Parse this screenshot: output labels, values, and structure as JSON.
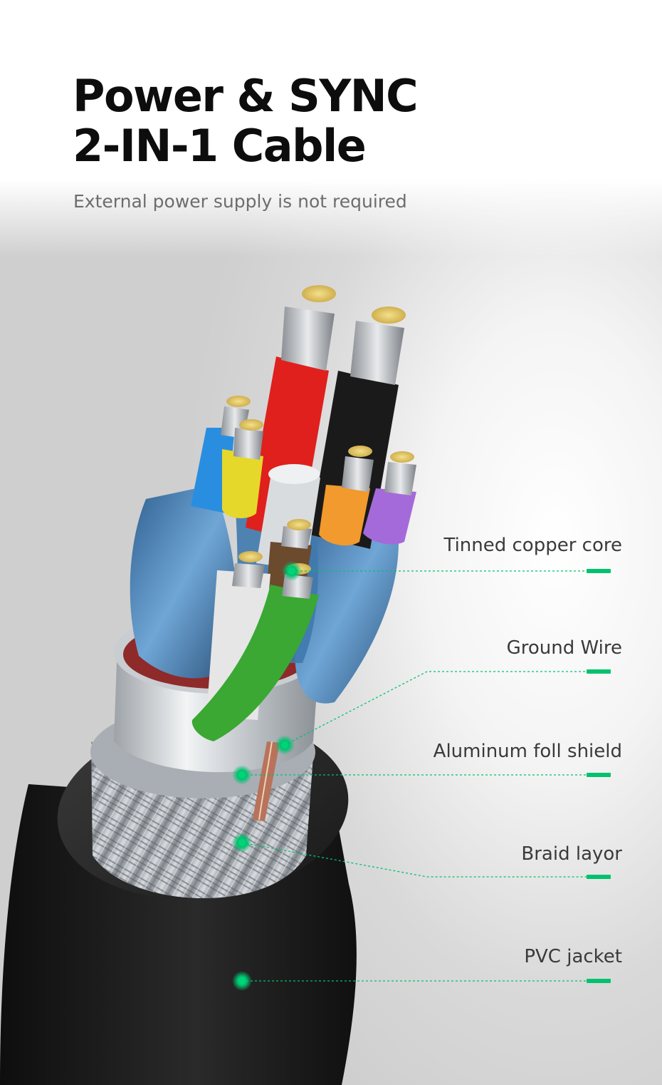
{
  "header": {
    "title_line1": "Power & SYNC",
    "title_line2": "2-IN-1 Cable",
    "subtitle": "External power supply is not required"
  },
  "labels": [
    {
      "id": "tinned-copper-core",
      "text": "Tinned copper core"
    },
    {
      "id": "ground-wire",
      "text": "Ground Wire"
    },
    {
      "id": "aluminum-foil-shield",
      "text": "Aluminum foll shield"
    },
    {
      "id": "braid-layer",
      "text": "Braid layor"
    },
    {
      "id": "pvc-jacket",
      "text": "PVC jacket"
    }
  ],
  "colors": {
    "accent": "#00c26e",
    "title": "#0d0d0d",
    "subtitle": "#6d6d6d",
    "label": "#3a3a3a",
    "wire_red": "#e0201c",
    "wire_black": "#1a1a1a",
    "wire_blue": "#2a8ee0",
    "wire_yellow": "#e6d82a",
    "wire_orange": "#f29a2e",
    "wire_purple": "#a56ad9",
    "wire_white": "#e6e6e6",
    "wire_green": "#3aa833",
    "wire_brown": "#6b4a2e",
    "shield_blue": "#4a8cc4",
    "jacket": "#1c1c1c"
  }
}
